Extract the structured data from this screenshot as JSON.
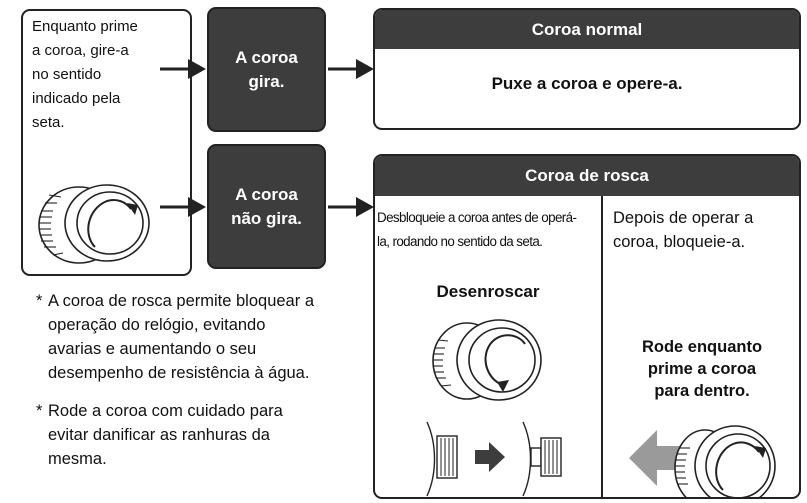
{
  "intro": {
    "lines": [
      "Enquanto prime",
      "a coroa, gire-a",
      "no sentido",
      "indicado pela",
      "seta."
    ]
  },
  "turns_box": {
    "lines": [
      "A coroa",
      "gira."
    ]
  },
  "not_turns_box": {
    "lines": [
      "A coroa",
      "não gira."
    ]
  },
  "normal": {
    "title": "Coroa normal",
    "instruction": "Puxe a coroa e opere-a."
  },
  "screw": {
    "title": "Coroa de rosca",
    "left_text_lines": [
      "Desbloqueie a coroa antes de operá-",
      "la, rodando no sentido da seta."
    ],
    "left_label": "Desenroscar",
    "right_text_lines": [
      "Depois de operar a",
      "coroa, bloqueie-a."
    ],
    "right_label_lines": [
      "Rode enquanto",
      "prime a coroa",
      "para dentro."
    ]
  },
  "notes": [
    {
      "lines": [
        "A coroa de rosca permite bloquear a",
        "operação do relógio, evitando",
        "avarias e aumentando o seu",
        "desempenho de resistência à água."
      ]
    },
    {
      "lines": [
        "Rode a coroa com cuidado para",
        "evitar danificar as ranhuras da",
        "mesma."
      ]
    }
  ],
  "colors": {
    "dark": "#3d3d3d",
    "arrow_gray": "#9a9a9a",
    "line": "#222222"
  }
}
